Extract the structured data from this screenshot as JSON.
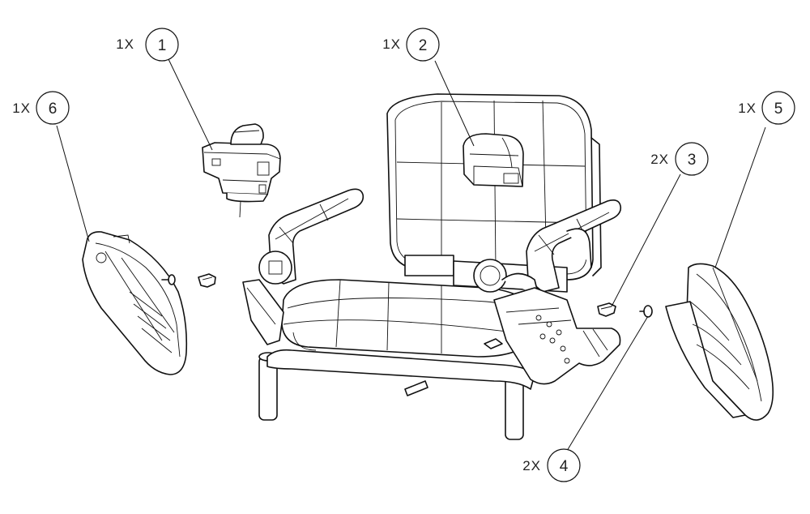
{
  "callouts": [
    {
      "number": "1",
      "qty": "1X"
    },
    {
      "number": "2",
      "qty": "1X"
    },
    {
      "number": "3",
      "qty": "2X"
    },
    {
      "number": "4",
      "qty": "2X"
    },
    {
      "number": "5",
      "qty": "1X"
    },
    {
      "number": "6",
      "qty": "1X"
    }
  ]
}
